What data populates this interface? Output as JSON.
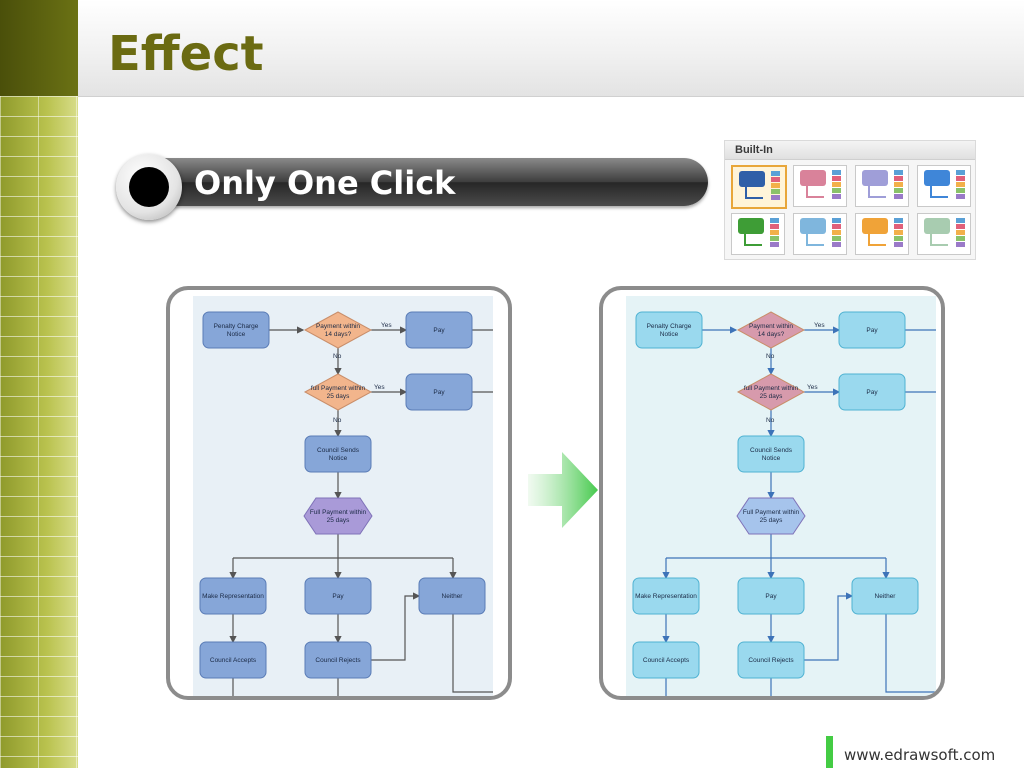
{
  "header": {
    "title": "Effect"
  },
  "banner": {
    "text": "Only One Click"
  },
  "gallery": {
    "heading": "Built-In",
    "themes": [
      {
        "name": "blue-dark",
        "color": "#2f5fa8",
        "selected": true
      },
      {
        "name": "rose",
        "color": "#d9829a",
        "selected": false
      },
      {
        "name": "lavender",
        "color": "#9f9ed8",
        "selected": false
      },
      {
        "name": "sky",
        "color": "#3f86d8",
        "selected": false
      },
      {
        "name": "green",
        "color": "#3e9d36",
        "selected": false
      },
      {
        "name": "hatched-blue",
        "color": "#7fb6dd",
        "selected": false
      },
      {
        "name": "orange",
        "color": "#f0a338",
        "selected": false
      },
      {
        "name": "sage",
        "color": "#a8ccb0",
        "selected": false
      }
    ]
  },
  "flowchart": {
    "labels": {
      "penalty": "Penalty Charge Notice",
      "payment14": "Payment within 14 days?",
      "pay": "Pay",
      "full25": "full Payment within 25 days",
      "council_sends": "Council Sends Notice",
      "full_payment25": "Full Payment within 25 days",
      "make_rep": "Make Representation",
      "neither": "Neither",
      "council_accepts": "Council Accepts",
      "council_rejects": "Council Rejects",
      "yes": "Yes",
      "no": "No"
    },
    "before_style": {
      "node_fill": "#86a6d8",
      "node_stroke": "#5a7cb6",
      "decision_fill": "#f2b58c",
      "hex_fill": "#a99ad8",
      "line": "#555555",
      "background": "#e8f0f6"
    },
    "after_style": {
      "node_fill": "#9ad9ee",
      "node_stroke": "#4fb2d2",
      "decision_fill": "#d79aac",
      "hex_fill": "#a6c4ec",
      "line": "#3d73b8",
      "background": "#e5f3f6"
    }
  },
  "footer": {
    "url": "www.edrawsoft.com"
  }
}
